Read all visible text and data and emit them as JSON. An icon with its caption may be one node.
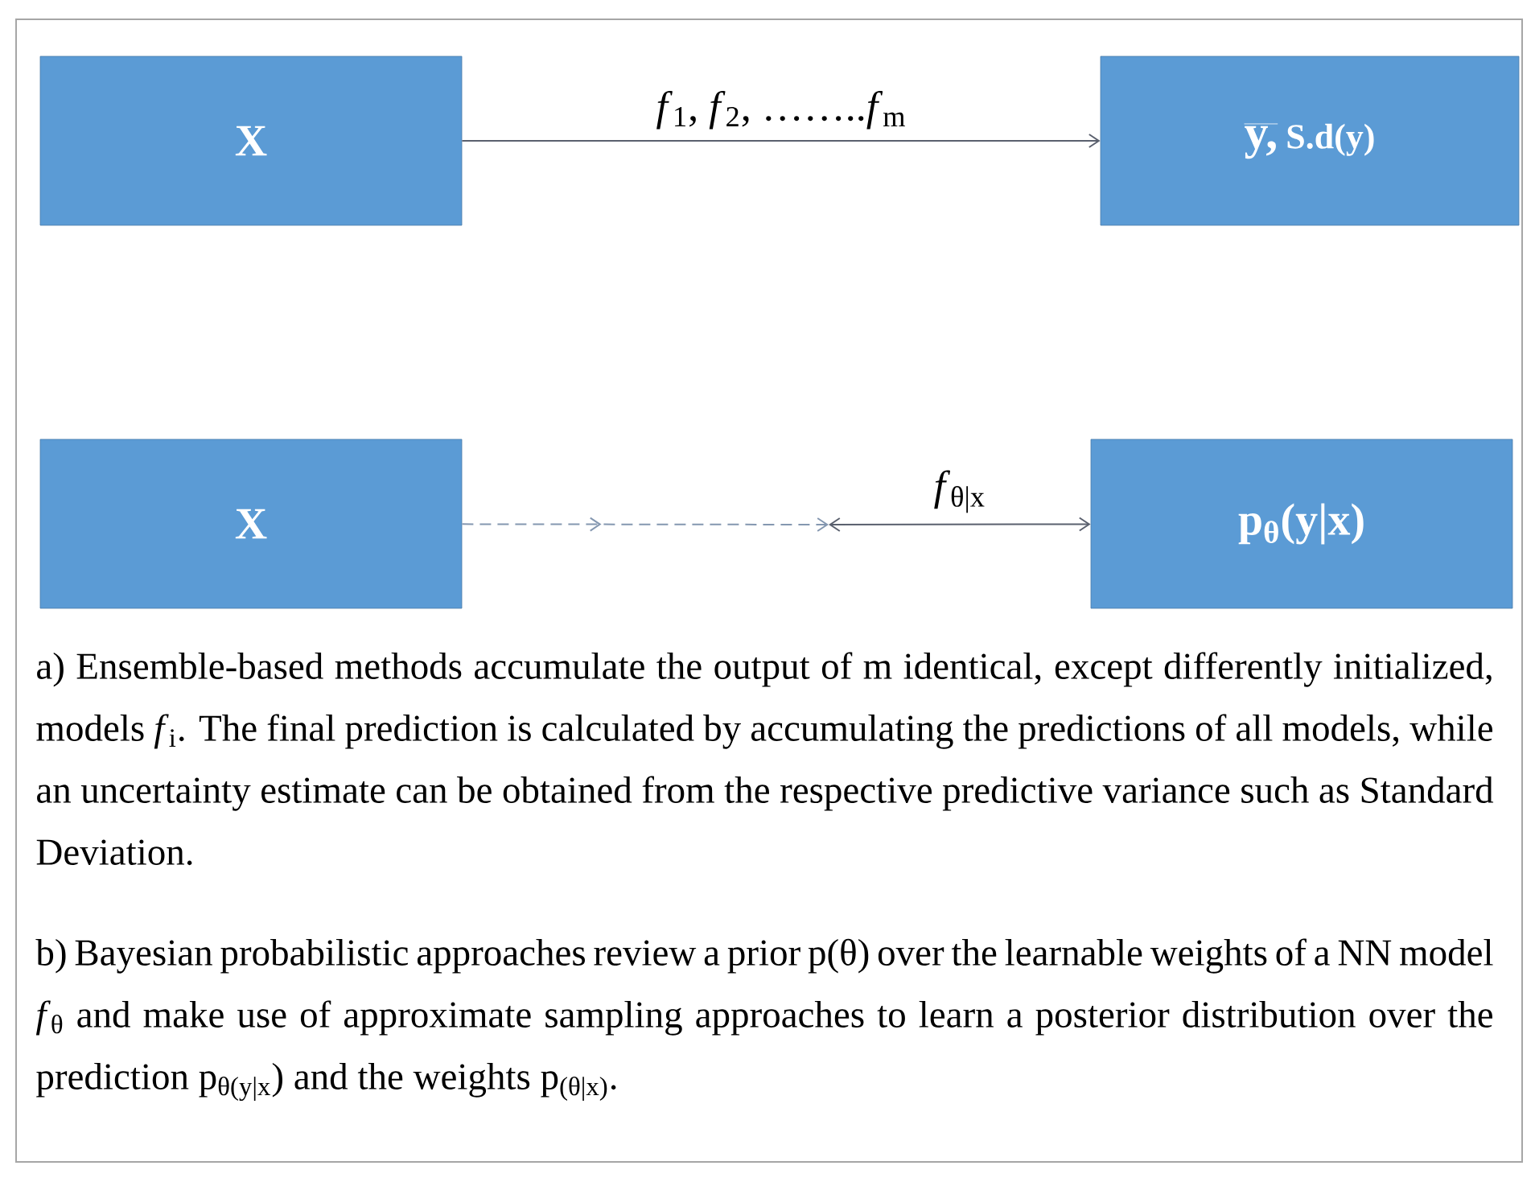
{
  "diagram": {
    "nodes": [
      {
        "text": [
          "X"
        ]
      },
      {
        "text": [
          "y,",
          "S.d(y)"
        ]
      },
      {
        "text": [
          "X"
        ]
      },
      {
        "text": [
          "p$_{θ}$(y|x)"
        ]
      }
    ],
    "edges": [
      {
        "from": 0,
        "to": 1,
        "arrow": "to",
        "label": "*f*$_{1}$, *f*$_{2}$, ……..*f*$_{m}$"
      },
      {
        "from": 2,
        "to": null,
        "arrow": "to",
        "style": "dashed",
        "color": "#8497b0"
      },
      {
        "from": null,
        "to": 3,
        "arrow": "both",
        "label": "*f*$_{θ|x}$"
      }
    ],
    "labels": [
      "a) Ensemble-based methods accumulate the output of m identical, except differently initialized, models *f*$_{i}$. The final prediction is calculated by accumulating the predictions of all models, while an uncertainty estimate can be obtained from the respective predictive variance such as Standard Deviation.",
      "b) Bayesian probabilistic approaches review a prior p(θ) over the learnable weights of a NN model *f*$_{θ}$ and make use of approximate sampling approaches to learn a posterior distribution over the prediction p$_{θ(y|x}$) and the weights p$_{(θ|x)}$."
    ]
  }
}
